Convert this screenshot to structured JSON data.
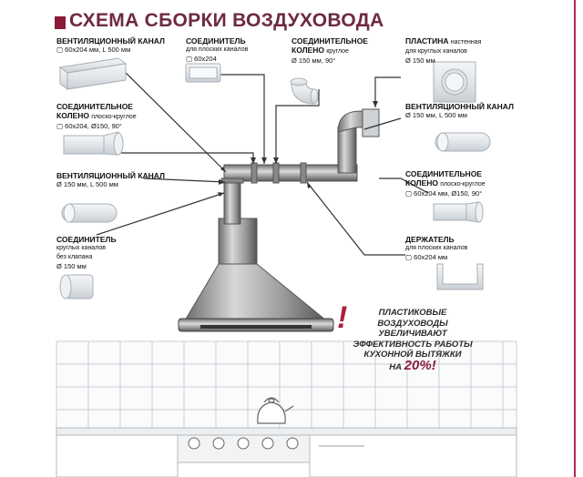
{
  "title": "СХЕМА СБОРКИ ВОЗДУХОВОДА",
  "labels": {
    "vent_channel_flat": {
      "title": "ВЕНТИЛЯЦИОННЫЙ КАНАЛ",
      "spec": "▢ 60х204 мм, L 500 мм"
    },
    "connector_flat": {
      "title": "СОЕДИНИТЕЛЬ",
      "subtitle": "для плоских каналов",
      "spec": "▢ 60х204"
    },
    "elbow_round": {
      "title_1": "СОЕДИНИТЕЛЬНОЕ",
      "title_2": "КОЛЕНО",
      "subtitle": "круглое",
      "spec": "Ø 150 мм, 90°"
    },
    "plate": {
      "title": "ПЛАСТИНА",
      "subtitle_1": "настенная",
      "subtitle_2": "для круглых каналов",
      "spec": "Ø 150 мм"
    },
    "elbow_flat_round_left": {
      "title_1": "СОЕДИНИТЕЛЬНОЕ",
      "title_2": "КОЛЕНО",
      "subtitle": "плоско-круглое",
      "spec": "▢ 60х204, Ø150, 90°"
    },
    "vent_channel_round_right": {
      "title": "ВЕНТИЛЯЦИОННЫЙ КАНАЛ",
      "spec": "Ø 150 мм, L 500 мм"
    },
    "vent_channel_round_left": {
      "title": "ВЕНТИЛЯЦИОННЫЙ КАНАЛ",
      "spec": "Ø 150 мм, L 500 мм"
    },
    "elbow_flat_round_right": {
      "title_1": "СОЕДИНИТЕЛЬНОЕ",
      "title_2": "КОЛЕНО",
      "subtitle": "плоско-круглое",
      "spec": "▢ 60х204 мм, Ø150, 90°"
    },
    "connector_round": {
      "title": "СОЕДИНИТЕЛЬ",
      "subtitle_1": "круглых каналов",
      "subtitle_2": "без клапана",
      "spec": "Ø 150 мм"
    },
    "holder": {
      "title": "ДЕРЖАТЕЛЬ",
      "subtitle": "для плоских каналов",
      "spec": "▢ 60х204 мм"
    }
  },
  "promo": {
    "line1": "ПЛАСТИКОВЫЕ ВОЗДУХОВОДЫ",
    "line2": "УВЕЛИЧИВАЮТ",
    "line3": "ЭФФЕКТИВНОСТЬ РАБОТЫ",
    "line4": "КУХОННОЙ ВЫТЯЖКИ",
    "line5_prefix": "НА",
    "line5_value": "20%!"
  },
  "colors": {
    "accent": "#b01e3e",
    "title": "#6e2a3e"
  }
}
